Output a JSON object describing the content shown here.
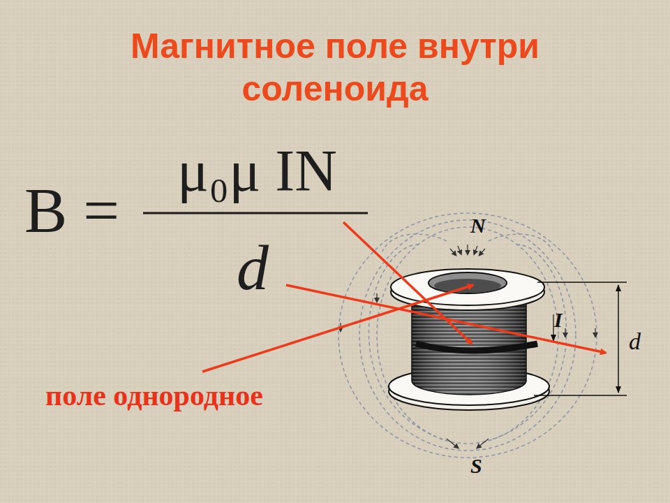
{
  "diagram": {
    "title": "Магнитное поле внутри соленоида",
    "labels": [
      "B =",
      "μ₀μ IN",
      "d",
      "поле однородное",
      "N",
      "S",
      "I",
      "d"
    ]
  }
}
